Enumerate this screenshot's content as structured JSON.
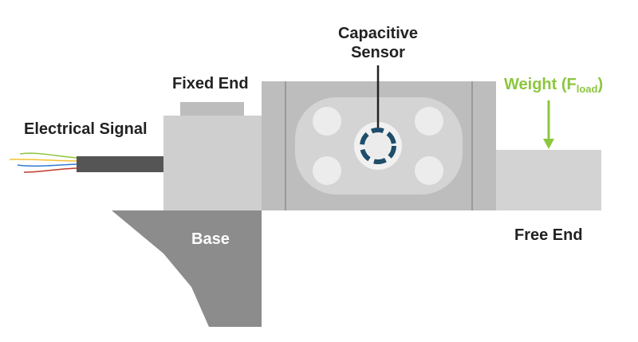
{
  "labels": {
    "capacitive_sensor_line1": "Capacitive",
    "capacitive_sensor_line2": "Sensor",
    "fixed_end": "Fixed End",
    "electrical_signal": "Electrical Signal",
    "base": "Base",
    "weight_prefix": "Weight (F",
    "weight_subscript": "load",
    "weight_suffix": ")",
    "free_end": "Free End"
  },
  "colors": {
    "body_light": "#d0d0d0",
    "body_mid": "#bdbdbd",
    "body_dark": "#9a9a9a",
    "base": "#8c8c8c",
    "cable": "#555555",
    "sensor_ring": "#1f4e6b",
    "accent_green": "#8cc63f"
  }
}
